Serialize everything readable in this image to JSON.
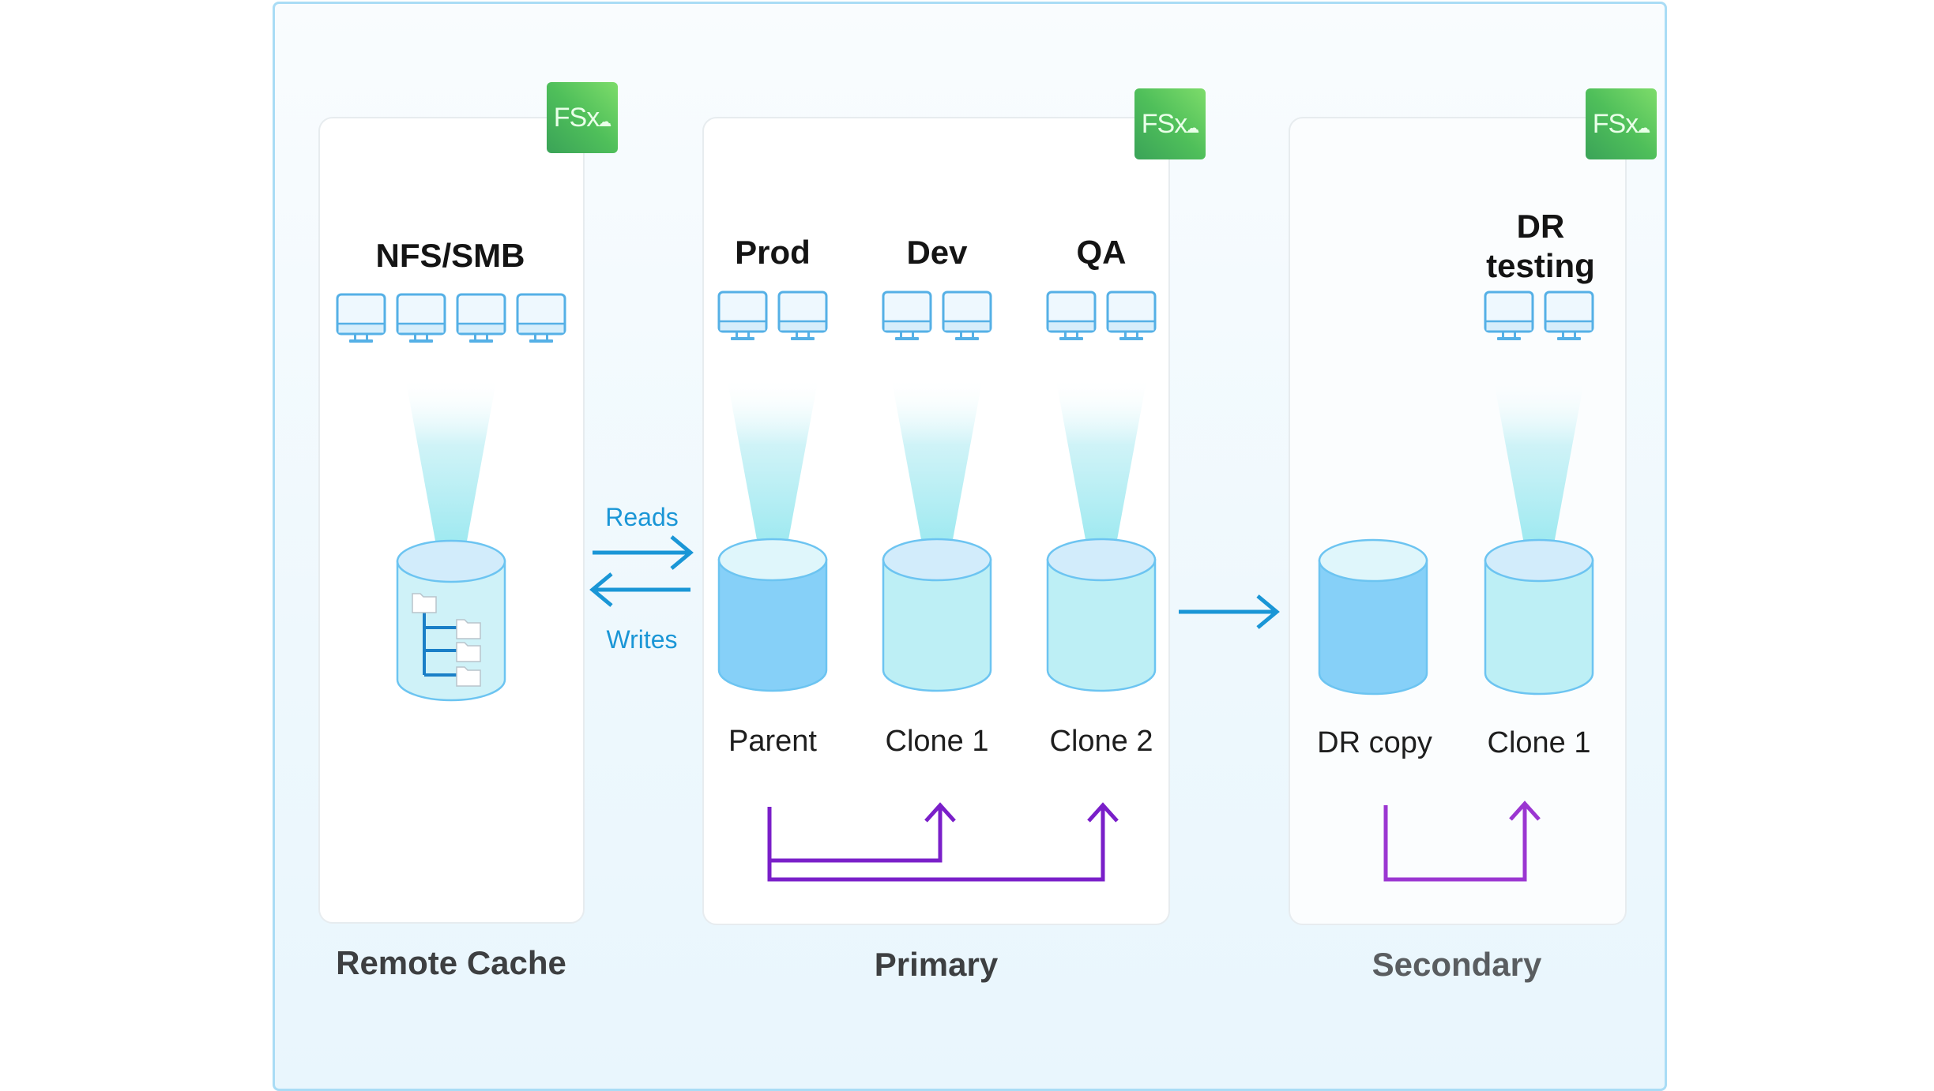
{
  "diagram": {
    "sections": [
      {
        "id": "remote-cache",
        "label": "Remote Cache",
        "badge": "FSx",
        "groups": [
          {
            "title": "NFS/SMB",
            "clients": 4
          }
        ],
        "volumes": [
          {
            "label": "",
            "style": "cache-folders"
          }
        ]
      },
      {
        "id": "primary",
        "label": "Primary",
        "badge": "FSx",
        "groups": [
          {
            "title": "Prod",
            "clients": 2
          },
          {
            "title": "Dev",
            "clients": 2
          },
          {
            "title": "QA",
            "clients": 2
          }
        ],
        "volumes": [
          {
            "label": "Parent",
            "style": "solid"
          },
          {
            "label": "Clone 1",
            "style": "light"
          },
          {
            "label": "Clone 2",
            "style": "light"
          }
        ]
      },
      {
        "id": "secondary",
        "label": "Secondary",
        "badge": "FSx",
        "groups": [
          {
            "title": "DR testing",
            "title_lines": [
              "DR",
              "testing"
            ],
            "clients": 2
          }
        ],
        "volumes": [
          {
            "label": "DR copy",
            "style": "solid"
          },
          {
            "label": "Clone 1",
            "style": "light"
          }
        ]
      }
    ],
    "flows": {
      "reads": "Reads",
      "writes": "Writes"
    },
    "colors": {
      "flow_arrow": "#1a96d6",
      "clone_link": "#7a1fc9",
      "badge_green": "#4fbf5a",
      "frame_border": "#a9dcf5",
      "volume_solid": "#86d0f8",
      "volume_light": "#bdeff5",
      "beam": "#8ee6ee",
      "monitor": "#55b0e6"
    }
  }
}
